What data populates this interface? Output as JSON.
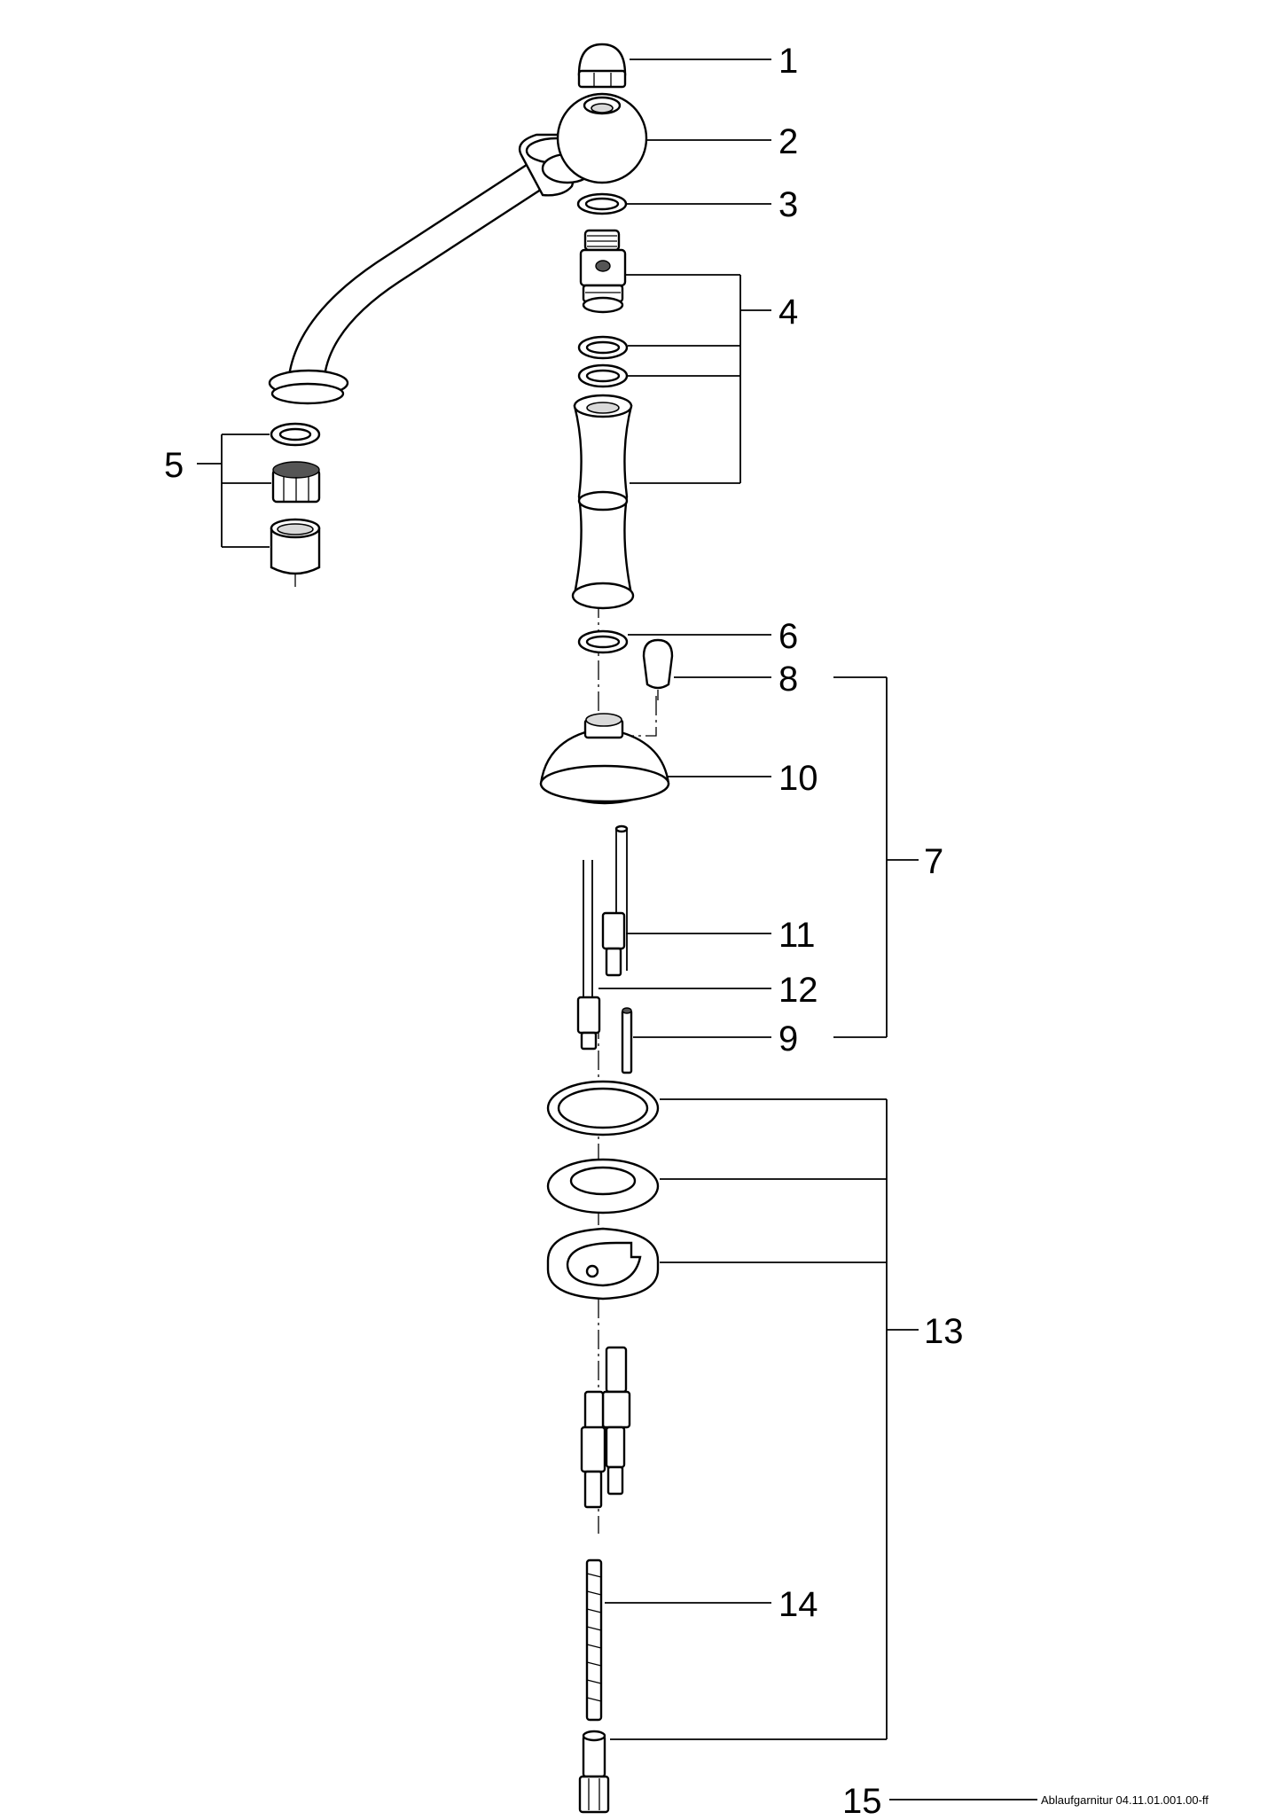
{
  "drawing": {
    "callouts": [
      {
        "id": "1",
        "label": "1"
      },
      {
        "id": "2",
        "label": "2"
      },
      {
        "id": "3",
        "label": "3"
      },
      {
        "id": "4",
        "label": "4"
      },
      {
        "id": "5",
        "label": "5"
      },
      {
        "id": "6",
        "label": "6"
      },
      {
        "id": "7",
        "label": "7"
      },
      {
        "id": "8",
        "label": "8"
      },
      {
        "id": "9",
        "label": "9"
      },
      {
        "id": "10",
        "label": "10"
      },
      {
        "id": "11",
        "label": "11"
      },
      {
        "id": "12",
        "label": "12"
      },
      {
        "id": "13",
        "label": "13"
      },
      {
        "id": "14",
        "label": "14"
      },
      {
        "id": "15",
        "label": "15"
      }
    ],
    "footer_text": "Ablaufgarnitur 04.11.01.001.00-ff"
  }
}
